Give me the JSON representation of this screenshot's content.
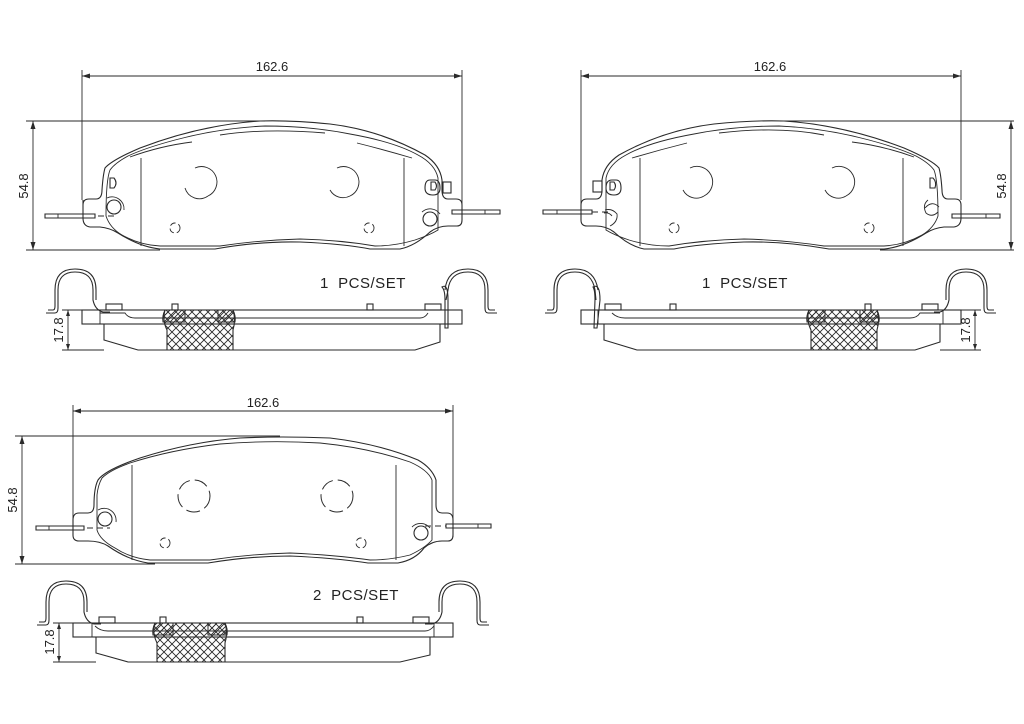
{
  "views": [
    {
      "id": "pad-1",
      "position": "top-left",
      "dimensions": {
        "width": "162.6",
        "height": "54.8",
        "thickness": "17.8"
      },
      "quantity_label": "1  PCS/SET"
    },
    {
      "id": "pad-2",
      "position": "top-right",
      "dimensions": {
        "width": "162.6",
        "height": "54.8",
        "thickness": "17.8"
      },
      "quantity_label": "1  PCS/SET"
    },
    {
      "id": "pad-3",
      "position": "bottom-left",
      "dimensions": {
        "width": "162.6",
        "height": "54.8",
        "thickness": "17.8"
      },
      "quantity_label": "2  PCS/SET"
    }
  ],
  "colors": {
    "line": "#2a2a2a",
    "background": "#ffffff"
  }
}
